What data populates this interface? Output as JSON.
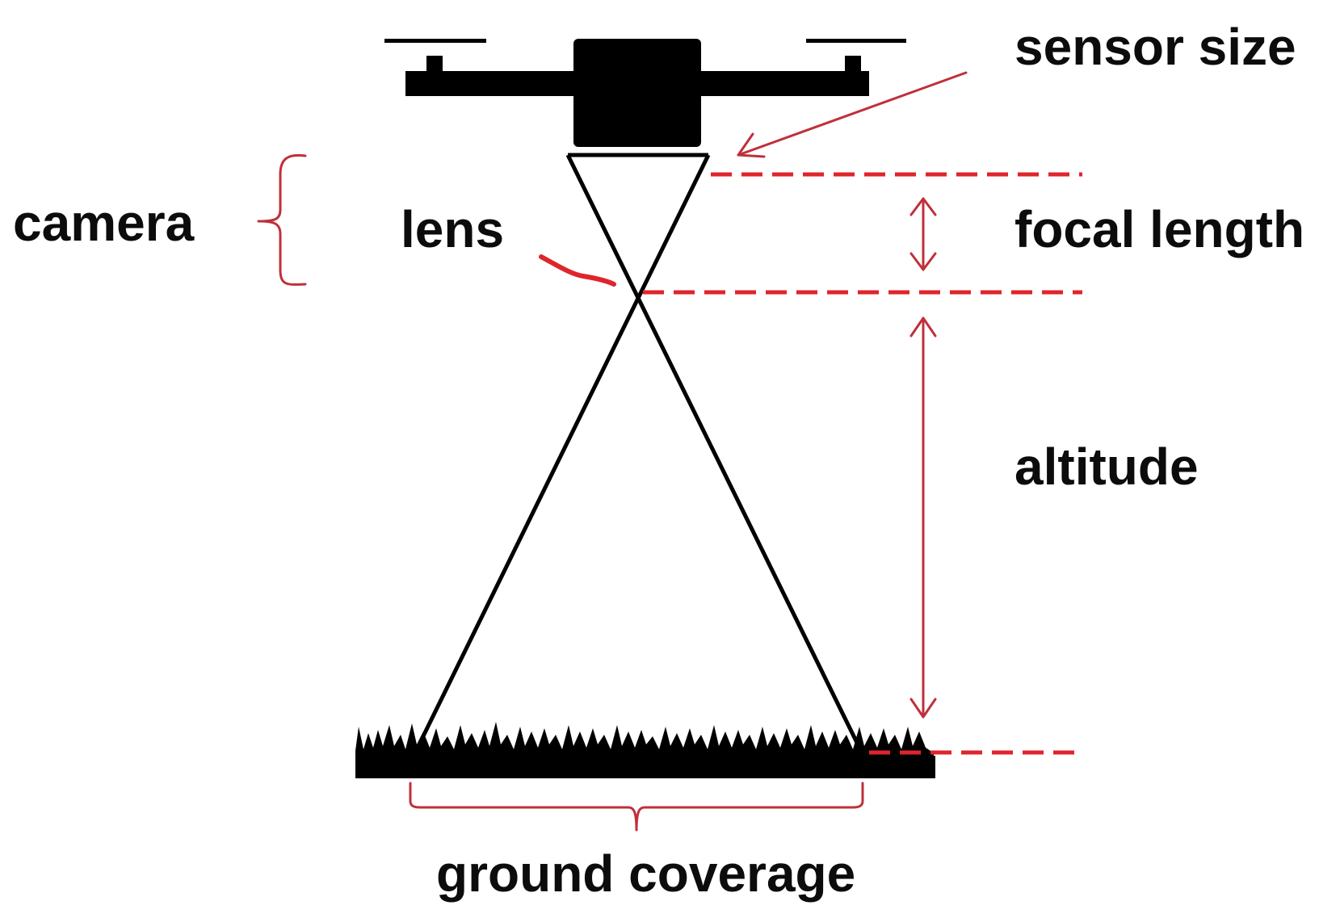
{
  "labels": {
    "sensor_size": "sensor size",
    "camera": "camera",
    "lens": "lens",
    "focal_length": "focal length",
    "altitude": "altitude",
    "ground_coverage": "ground coverage"
  },
  "colors": {
    "ink": "#000000",
    "annotation": "#c0303a",
    "dashed_line": "#e0242c",
    "background": "#ffffff"
  }
}
